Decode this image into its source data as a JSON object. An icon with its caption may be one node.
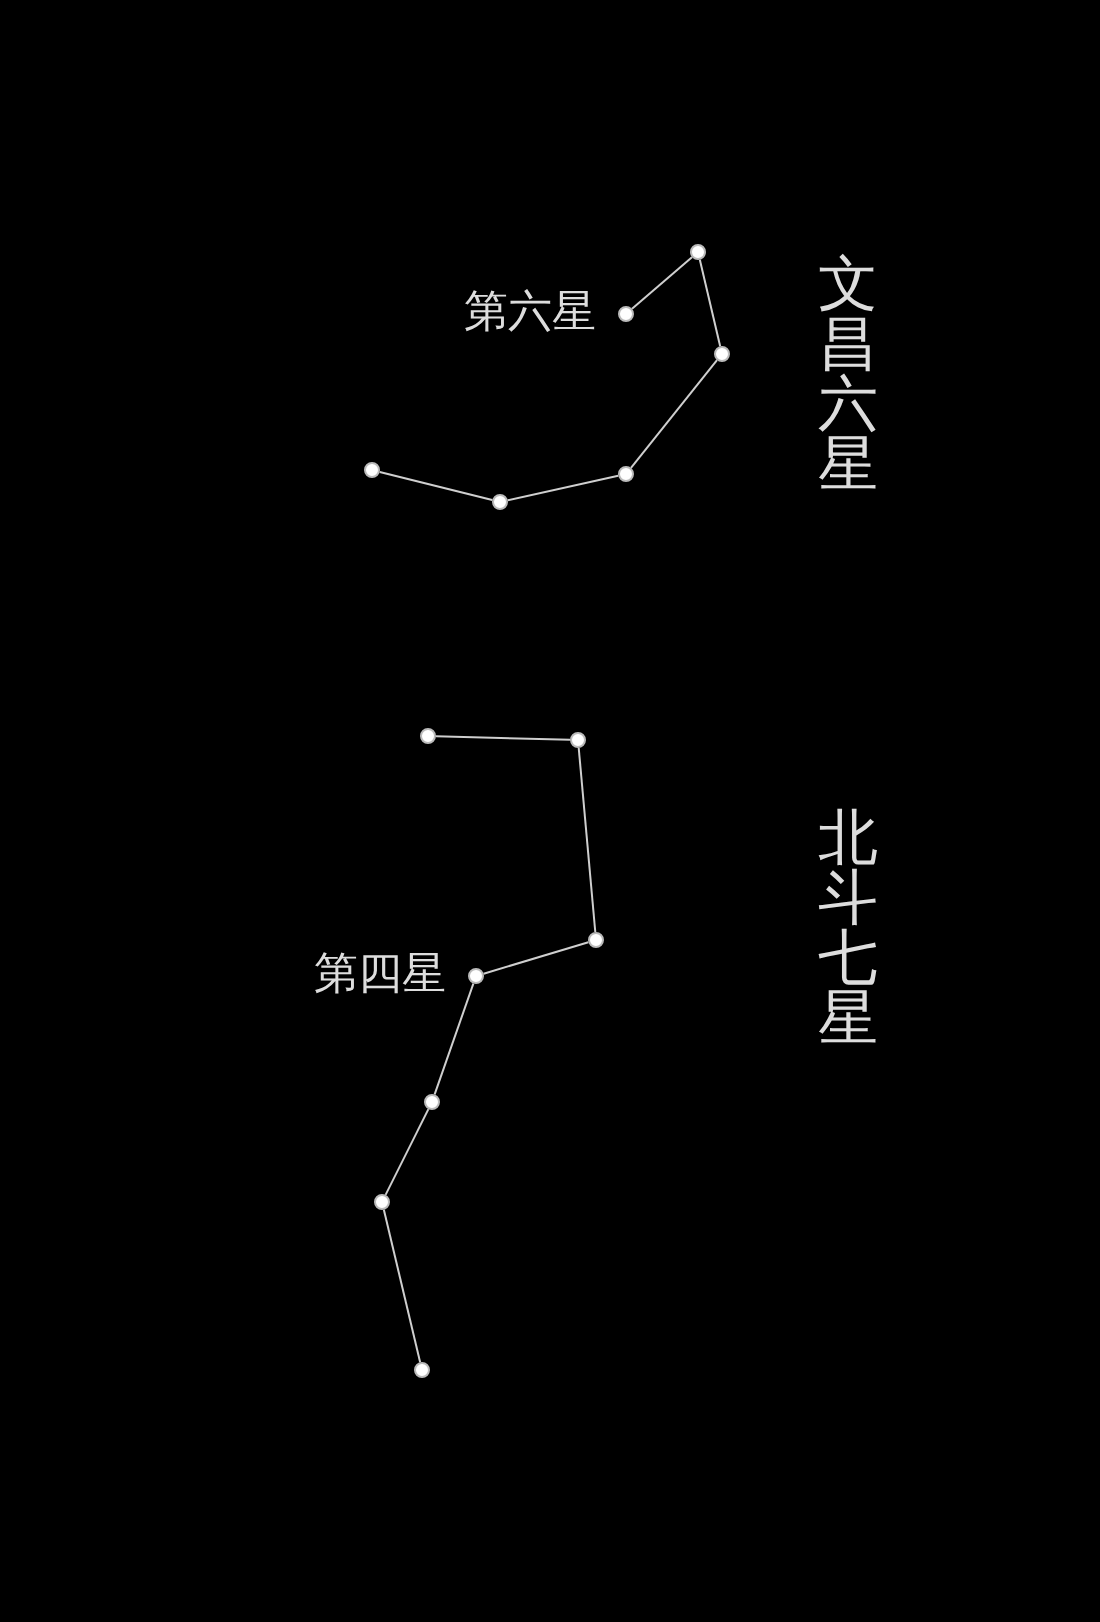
{
  "diagram": {
    "nodes": [
      {
        "text": [],
        "shape": "circle"
      },
      {
        "text": [],
        "shape": "circle"
      },
      {
        "text": [],
        "shape": "circle"
      },
      {
        "text": [],
        "shape": "circle"
      },
      {
        "text": [],
        "shape": "circle"
      },
      {
        "text": [],
        "shape": "circle",
        "beside": [
          "第六星"
        ]
      },
      {
        "text": [],
        "shape": "circle"
      },
      {
        "text": [],
        "shape": "circle"
      },
      {
        "text": [],
        "shape": "circle"
      },
      {
        "text": [],
        "shape": "circle",
        "beside": [
          "第四星"
        ]
      },
      {
        "text": [],
        "shape": "circle"
      },
      {
        "text": [],
        "shape": "circle"
      },
      {
        "text": [],
        "shape": "circle"
      }
    ],
    "edges": [
      {
        "from": 0,
        "to": 1,
        "arrow": "none"
      },
      {
        "from": 1,
        "to": 2,
        "arrow": "none"
      },
      {
        "from": 2,
        "to": 3,
        "arrow": "none"
      },
      {
        "from": 3,
        "to": 4,
        "arrow": "none"
      },
      {
        "from": 4,
        "to": 5,
        "arrow": "none"
      },
      {
        "from": 6,
        "to": 7,
        "arrow": "none"
      },
      {
        "from": 7,
        "to": 8,
        "arrow": "none"
      },
      {
        "from": 8,
        "to": 9,
        "arrow": "none"
      },
      {
        "from": 9,
        "to": 10,
        "arrow": "none"
      },
      {
        "from": 10,
        "to": 11,
        "arrow": "none"
      },
      {
        "from": 11,
        "to": 12,
        "arrow": "none"
      }
    ],
    "labels": [
      "文昌六星",
      "北斗七星"
    ]
  }
}
